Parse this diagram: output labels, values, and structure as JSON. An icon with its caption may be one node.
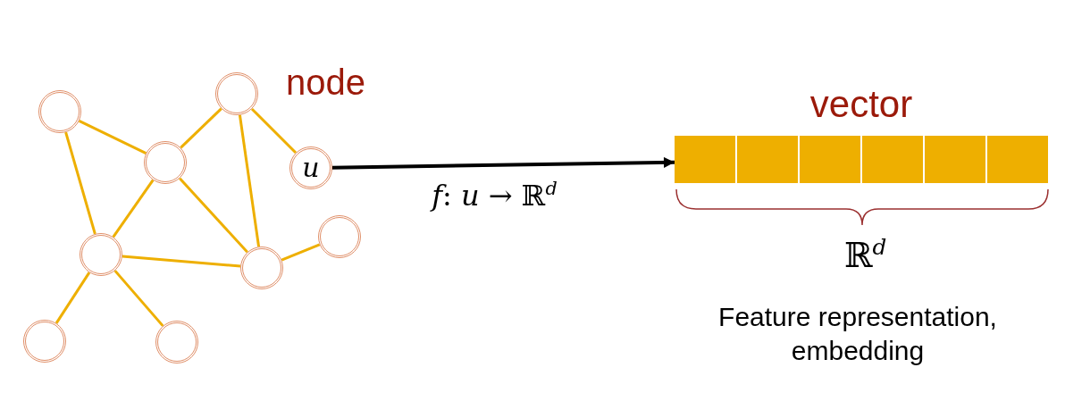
{
  "diagram": {
    "nodes": [
      {
        "text": [],
        "shape": "circle"
      },
      {
        "text": [],
        "shape": "circle"
      },
      {
        "text": [],
        "shape": "circle"
      },
      {
        "text": [
          "u"
        ]
      },
      {
        "text": [],
        "shape": "circle"
      },
      {
        "text": [],
        "shape": "circle"
      },
      {
        "text": [],
        "shape": "circle"
      },
      {
        "text": [],
        "shape": "circle"
      },
      {
        "text": [],
        "shape": "circle"
      },
      {
        "text": [
          "vector"
        ]
      }
    ],
    "edges": [
      {
        "from": 0,
        "to": 2,
        "arrow": "none"
      },
      {
        "from": 0,
        "to": 4,
        "arrow": "none"
      },
      {
        "from": 2,
        "to": 1,
        "arrow": "none"
      },
      {
        "from": 1,
        "to": 3,
        "arrow": "none"
      },
      {
        "from": 1,
        "to": 5,
        "arrow": "none"
      },
      {
        "from": 2,
        "to": 4,
        "arrow": "none"
      },
      {
        "from": 2,
        "to": 5,
        "arrow": "none"
      },
      {
        "from": 4,
        "to": 5,
        "arrow": "none"
      },
      {
        "from": 5,
        "to": 6,
        "arrow": "none"
      },
      {
        "from": 4,
        "to": 7,
        "arrow": "none"
      },
      {
        "from": 4,
        "to": 8,
        "arrow": "none"
      },
      {
        "from": 3,
        "to": 9,
        "arrow": "to",
        "label": "*f*: *u* → ℝ$^{d}$",
        "color": "#000000"
      }
    ],
    "labels": [
      "node",
      "ℝ$^{d}$",
      "Feature representation, embedding"
    ]
  }
}
